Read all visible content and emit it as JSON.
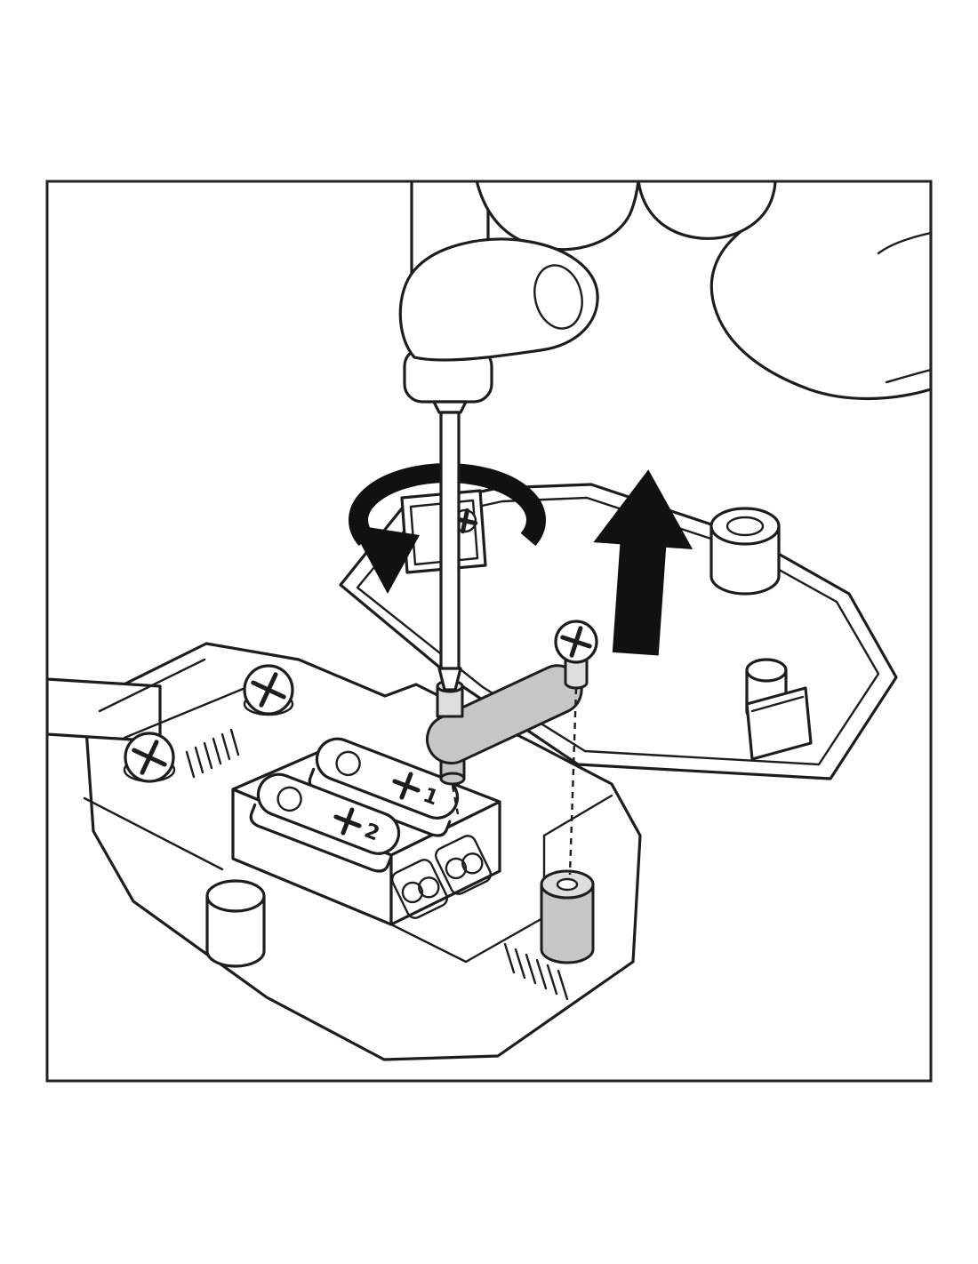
{
  "figure": {
    "alt": "Line-art instruction: a hand turns a screwdriver counter-clockwise to loosen the cable-clamp screw while the connector cover is lifted upward off the open terminal housing."
  },
  "labels": {
    "terminal_1": "1",
    "terminal_2": "2"
  },
  "colors": {
    "line": "#1d1d1d",
    "background": "#ffffff",
    "arrow_black": "#111111",
    "metal_gray": "#c6c6c6",
    "light_gray": "#dedede"
  },
  "parts": [
    "hand",
    "screwdriver",
    "rotation-arrow",
    "lift-arrow",
    "cover-lid",
    "cable-gland",
    "screw-boss",
    "clamp-bar",
    "clamp-screw",
    "housing-screw",
    "terminal-block",
    "terminal-strip",
    "screw-post",
    "housing-base",
    "cable"
  ]
}
